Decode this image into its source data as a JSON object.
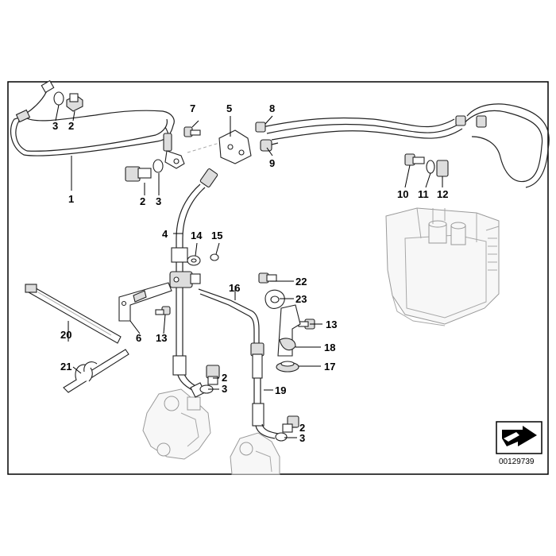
{
  "diagram": {
    "callouts": [
      {
        "id": "c1",
        "label": "1"
      },
      {
        "id": "c2a",
        "label": "2"
      },
      {
        "id": "c3a",
        "label": "3"
      },
      {
        "id": "c2b",
        "label": "2"
      },
      {
        "id": "c3b",
        "label": "3"
      },
      {
        "id": "c4",
        "label": "4"
      },
      {
        "id": "c5",
        "label": "5"
      },
      {
        "id": "c6",
        "label": "6"
      },
      {
        "id": "c7",
        "label": "7"
      },
      {
        "id": "c8",
        "label": "8"
      },
      {
        "id": "c9",
        "label": "9"
      },
      {
        "id": "c10",
        "label": "10"
      },
      {
        "id": "c11",
        "label": "11"
      },
      {
        "id": "c12",
        "label": "12"
      },
      {
        "id": "c13a",
        "label": "13"
      },
      {
        "id": "c13b",
        "label": "13"
      },
      {
        "id": "c14",
        "label": "14"
      },
      {
        "id": "c15",
        "label": "15"
      },
      {
        "id": "c16",
        "label": "16"
      },
      {
        "id": "c17",
        "label": "17"
      },
      {
        "id": "c18",
        "label": "18"
      },
      {
        "id": "c19",
        "label": "19"
      },
      {
        "id": "c20",
        "label": "20"
      },
      {
        "id": "c21",
        "label": "21"
      },
      {
        "id": "c22",
        "label": "22"
      },
      {
        "id": "c23",
        "label": "23"
      },
      {
        "id": "c2c",
        "label": "2"
      },
      {
        "id": "c3c",
        "label": "3"
      },
      {
        "id": "c2d",
        "label": "2"
      },
      {
        "id": "c3d",
        "label": "3"
      }
    ],
    "reference_code": "00129739",
    "icons": [
      "arrow-stamp-icon"
    ]
  }
}
